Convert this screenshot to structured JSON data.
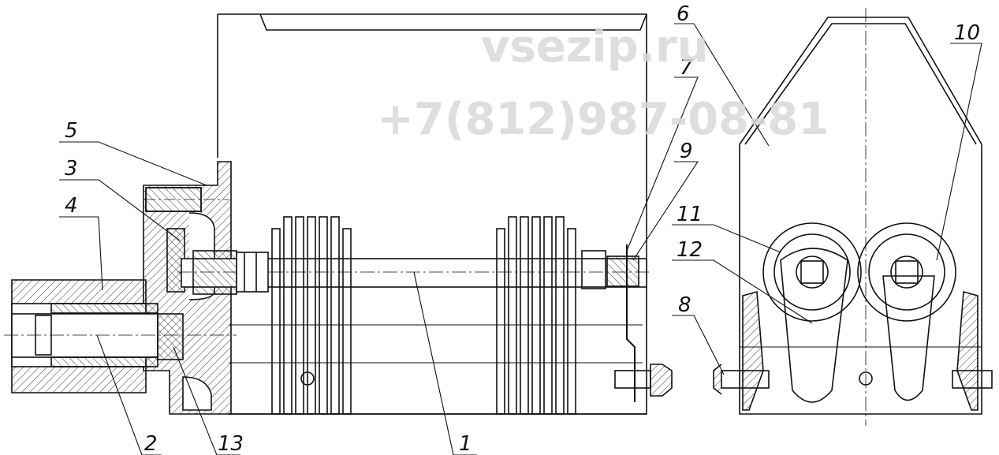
{
  "watermark": {
    "site": "vsezip.ru",
    "phone": "+7(812)987-08-81"
  },
  "callouts": [
    {
      "id": "1",
      "label": "1"
    },
    {
      "id": "2",
      "label": "2"
    },
    {
      "id": "3",
      "label": "3"
    },
    {
      "id": "4",
      "label": "4"
    },
    {
      "id": "5",
      "label": "5"
    },
    {
      "id": "6",
      "label": "6"
    },
    {
      "id": "7",
      "label": "7"
    },
    {
      "id": "8",
      "label": "8"
    },
    {
      "id": "9",
      "label": "9"
    },
    {
      "id": "10",
      "label": "10"
    },
    {
      "id": "11",
      "label": "11"
    },
    {
      "id": "12",
      "label": "12"
    },
    {
      "id": "13",
      "label": "13"
    }
  ]
}
